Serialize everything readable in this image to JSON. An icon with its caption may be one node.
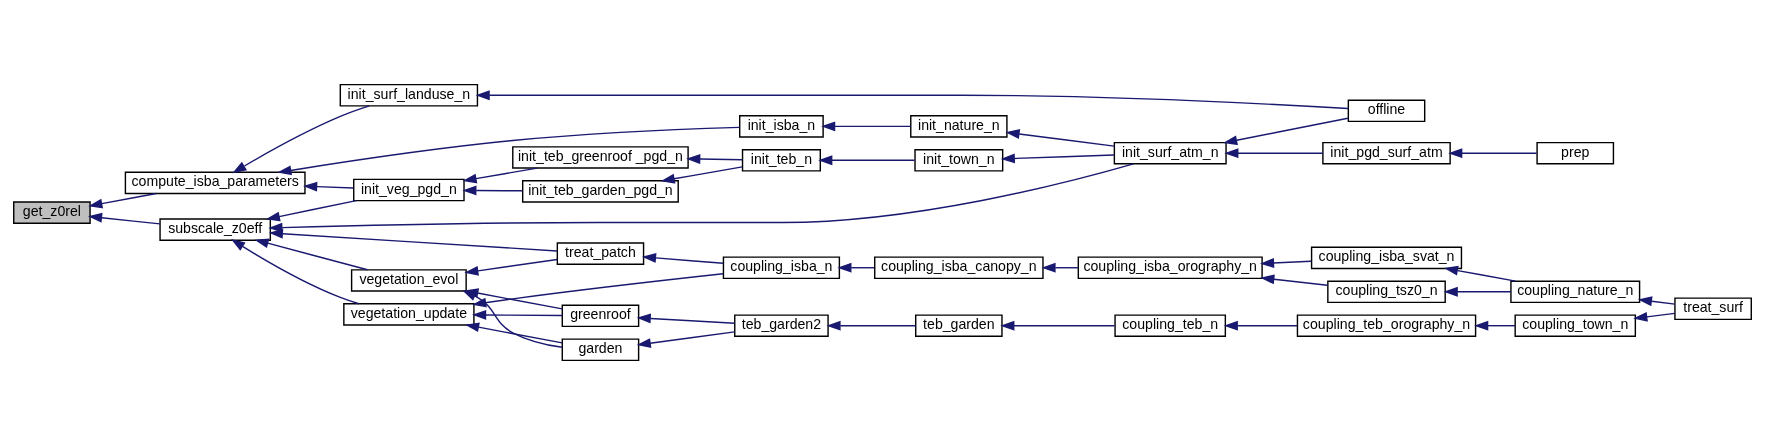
{
  "diagram": {
    "nodes": [
      {
        "text": [
          "get_z0rel"
        ]
      },
      {
        "text": [
          "compute_isba_parameters"
        ]
      },
      {
        "text": [
          "subscale_z0eff"
        ]
      },
      {
        "text": [
          "init_surf_landuse_n"
        ]
      },
      {
        "text": [
          "init_isba_n"
        ]
      },
      {
        "text": [
          "init_nature_n"
        ]
      },
      {
        "text": [
          "offline"
        ]
      },
      {
        "text": [
          "init_surf_atm_n"
        ]
      },
      {
        "text": [
          "init_pgd_surf_atm"
        ]
      },
      {
        "text": [
          "prep"
        ]
      },
      {
        "text": [
          "init_veg_pgd_n"
        ]
      },
      {
        "text": [
          "init_teb_greenroof _pgd_n"
        ]
      },
      {
        "text": [
          "init_teb_n"
        ]
      },
      {
        "text": [
          "init_town_n"
        ]
      },
      {
        "text": [
          "init_teb_garden_pgd_n"
        ]
      },
      {
        "text": [
          "vegetation_update"
        ]
      },
      {
        "text": [
          "greenroof"
        ]
      },
      {
        "text": [
          "teb_garden2"
        ]
      },
      {
        "text": [
          "teb_garden"
        ]
      },
      {
        "text": [
          "coupling_teb_n"
        ]
      },
      {
        "text": [
          "coupling_teb_orography_n"
        ]
      },
      {
        "text": [
          "coupling_town_n"
        ]
      },
      {
        "text": [
          "treat_surf"
        ]
      },
      {
        "text": [
          "vegetation_evol"
        ]
      },
      {
        "text": [
          "garden"
        ]
      },
      {
        "text": [
          "coupling_isba_n"
        ]
      },
      {
        "text": [
          "coupling_isba_canopy_n"
        ]
      },
      {
        "text": [
          "coupling_isba_orography_n"
        ]
      },
      {
        "text": [
          "coupling_tsz0_n"
        ]
      },
      {
        "text": [
          "coupling_nature_n"
        ]
      },
      {
        "text": [
          "coupling_isba_svat_n"
        ]
      },
      {
        "text": [
          "treat_patch"
        ]
      }
    ],
    "edges": [
      {
        "from": 1,
        "to": 0,
        "arrow": "to"
      },
      {
        "from": 2,
        "to": 0,
        "arrow": "to"
      },
      {
        "from": 3,
        "to": 1,
        "arrow": "to"
      },
      {
        "from": 4,
        "to": 1,
        "arrow": "to"
      },
      {
        "from": 10,
        "to": 1,
        "arrow": "to"
      },
      {
        "from": 6,
        "to": 3,
        "arrow": "to"
      },
      {
        "from": 5,
        "to": 4,
        "arrow": "to"
      },
      {
        "from": 7,
        "to": 5,
        "arrow": "to"
      },
      {
        "from": 7,
        "to": 2,
        "arrow": "to"
      },
      {
        "from": 6,
        "to": 7,
        "arrow": "to"
      },
      {
        "from": 8,
        "to": 7,
        "arrow": "to"
      },
      {
        "from": 9,
        "to": 8,
        "arrow": "to"
      },
      {
        "from": 10,
        "to": 2,
        "arrow": "to"
      },
      {
        "from": 11,
        "to": 10,
        "arrow": "to"
      },
      {
        "from": 14,
        "to": 10,
        "arrow": "to"
      },
      {
        "from": 12,
        "to": 11,
        "arrow": "to"
      },
      {
        "from": 12,
        "to": 14,
        "arrow": "to"
      },
      {
        "from": 13,
        "to": 12,
        "arrow": "to"
      },
      {
        "from": 7,
        "to": 13,
        "arrow": "to"
      },
      {
        "from": 15,
        "to": 2,
        "arrow": "to"
      },
      {
        "from": 23,
        "to": 2,
        "arrow": "to"
      },
      {
        "from": 31,
        "to": 2,
        "arrow": "to"
      },
      {
        "from": 16,
        "to": 15,
        "arrow": "to"
      },
      {
        "from": 24,
        "to": 15,
        "arrow": "to"
      },
      {
        "from": 25,
        "to": 15,
        "arrow": "to"
      },
      {
        "from": 16,
        "to": 23,
        "arrow": "to"
      },
      {
        "from": 24,
        "to": 23,
        "arrow": "to"
      },
      {
        "from": 31,
        "to": 23,
        "arrow": "to"
      },
      {
        "from": 17,
        "to": 16,
        "arrow": "to"
      },
      {
        "from": 17,
        "to": 24,
        "arrow": "to"
      },
      {
        "from": 18,
        "to": 17,
        "arrow": "to"
      },
      {
        "from": 19,
        "to": 18,
        "arrow": "to"
      },
      {
        "from": 20,
        "to": 19,
        "arrow": "to"
      },
      {
        "from": 21,
        "to": 20,
        "arrow": "to"
      },
      {
        "from": 22,
        "to": 21,
        "arrow": "to"
      },
      {
        "from": 25,
        "to": 31,
        "arrow": "to"
      },
      {
        "from": 26,
        "to": 25,
        "arrow": "to"
      },
      {
        "from": 27,
        "to": 26,
        "arrow": "to"
      },
      {
        "from": 28,
        "to": 27,
        "arrow": "to"
      },
      {
        "from": 30,
        "to": 27,
        "arrow": "to"
      },
      {
        "from": 29,
        "to": 28,
        "arrow": "to"
      },
      {
        "from": 29,
        "to": 30,
        "arrow": "to"
      },
      {
        "from": 22,
        "to": 29,
        "arrow": "to"
      }
    ]
  }
}
